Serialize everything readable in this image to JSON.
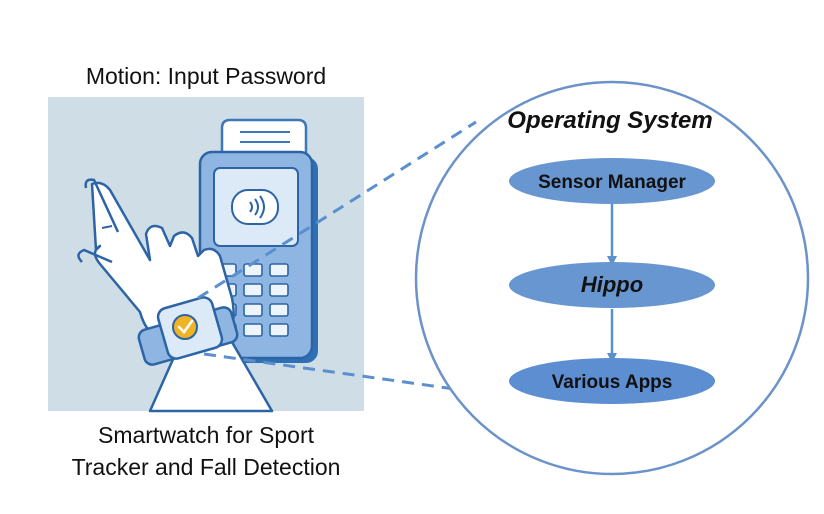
{
  "left_panel": {
    "top_caption": "Motion: Input Password",
    "bottom_caption_line1": "Smartwatch for Sport",
    "bottom_caption_line2": "Tracker and Fall Detection"
  },
  "os_circle": {
    "title": "Operating System",
    "nodes": [
      {
        "label": "Sensor Manager"
      },
      {
        "label": "Hippo"
      },
      {
        "label": "Various Apps"
      }
    ]
  },
  "colors": {
    "illustration_bg": "#cfdde7",
    "illustration_stroke": "#3c78b8",
    "node_fill": "#6796d1",
    "terminal_fill": "#5d8ed2",
    "circle_stroke": "#6b93c9"
  }
}
